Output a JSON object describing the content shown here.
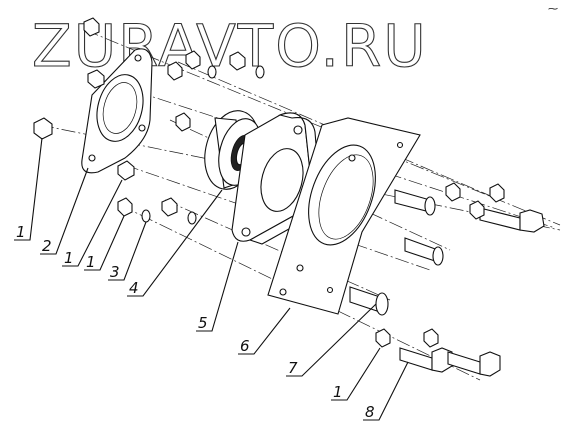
{
  "watermark": "ZURAVTO.RU",
  "corner_mark": "⁓",
  "callouts": {
    "c1a": "1",
    "c2": "2",
    "c1b": "1",
    "c1c": "1",
    "c3": "3",
    "c4": "4",
    "c5": "5",
    "c6": "6",
    "c7": "7",
    "c1d": "1",
    "c8": "8"
  },
  "colors": {
    "ink": "#111111",
    "paper": "#ffffff"
  }
}
